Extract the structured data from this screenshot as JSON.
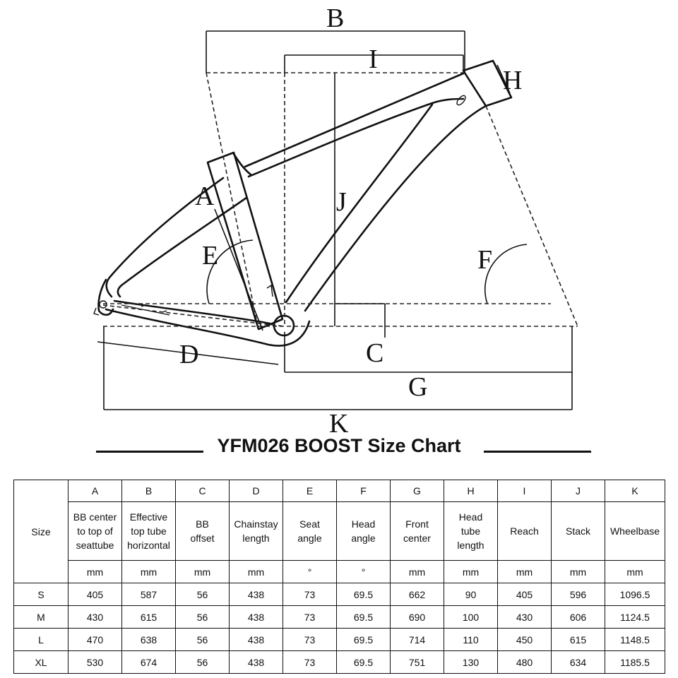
{
  "dimension_letters": [
    "A",
    "B",
    "C",
    "D",
    "E",
    "F",
    "G",
    "H",
    "I",
    "J",
    "K"
  ],
  "title": "YFM026 BOOST Size Chart",
  "table": {
    "size_header": "Size",
    "columns": [
      {
        "letter": "A",
        "desc": [
          "BB center",
          "to top of",
          "seattube"
        ],
        "unit": "mm"
      },
      {
        "letter": "B",
        "desc": [
          "Effective",
          "top tube",
          "horizontal"
        ],
        "unit": "mm"
      },
      {
        "letter": "C",
        "desc": [
          "BB",
          "offset"
        ],
        "unit": "mm"
      },
      {
        "letter": "D",
        "desc": [
          "Chainstay",
          "length"
        ],
        "unit": "mm"
      },
      {
        "letter": "E",
        "desc": [
          "Seat",
          "angle"
        ],
        "unit": "°"
      },
      {
        "letter": "F",
        "desc": [
          "Head",
          "angle"
        ],
        "unit": "°"
      },
      {
        "letter": "G",
        "desc": [
          "Front",
          "center"
        ],
        "unit": "mm"
      },
      {
        "letter": "H",
        "desc": [
          "Head",
          "tube",
          "length"
        ],
        "unit": "mm"
      },
      {
        "letter": "I",
        "desc": [
          "Reach"
        ],
        "unit": "mm"
      },
      {
        "letter": "J",
        "desc": [
          "Stack"
        ],
        "unit": "mm"
      },
      {
        "letter": "K",
        "desc": [
          "Wheelbase"
        ],
        "unit": "mm"
      }
    ],
    "rows": [
      {
        "size": "S",
        "values": [
          "405",
          "587",
          "56",
          "438",
          "73",
          "69.5",
          "662",
          "90",
          "405",
          "596",
          "1096.5"
        ]
      },
      {
        "size": "M",
        "values": [
          "430",
          "615",
          "56",
          "438",
          "73",
          "69.5",
          "690",
          "100",
          "430",
          "606",
          "1124.5"
        ]
      },
      {
        "size": "L",
        "values": [
          "470",
          "638",
          "56",
          "438",
          "73",
          "69.5",
          "714",
          "110",
          "450",
          "615",
          "1148.5"
        ]
      },
      {
        "size": "XL",
        "values": [
          "530",
          "674",
          "56",
          "438",
          "73",
          "69.5",
          "751",
          "130",
          "480",
          "634",
          "1185.5"
        ]
      }
    ]
  }
}
